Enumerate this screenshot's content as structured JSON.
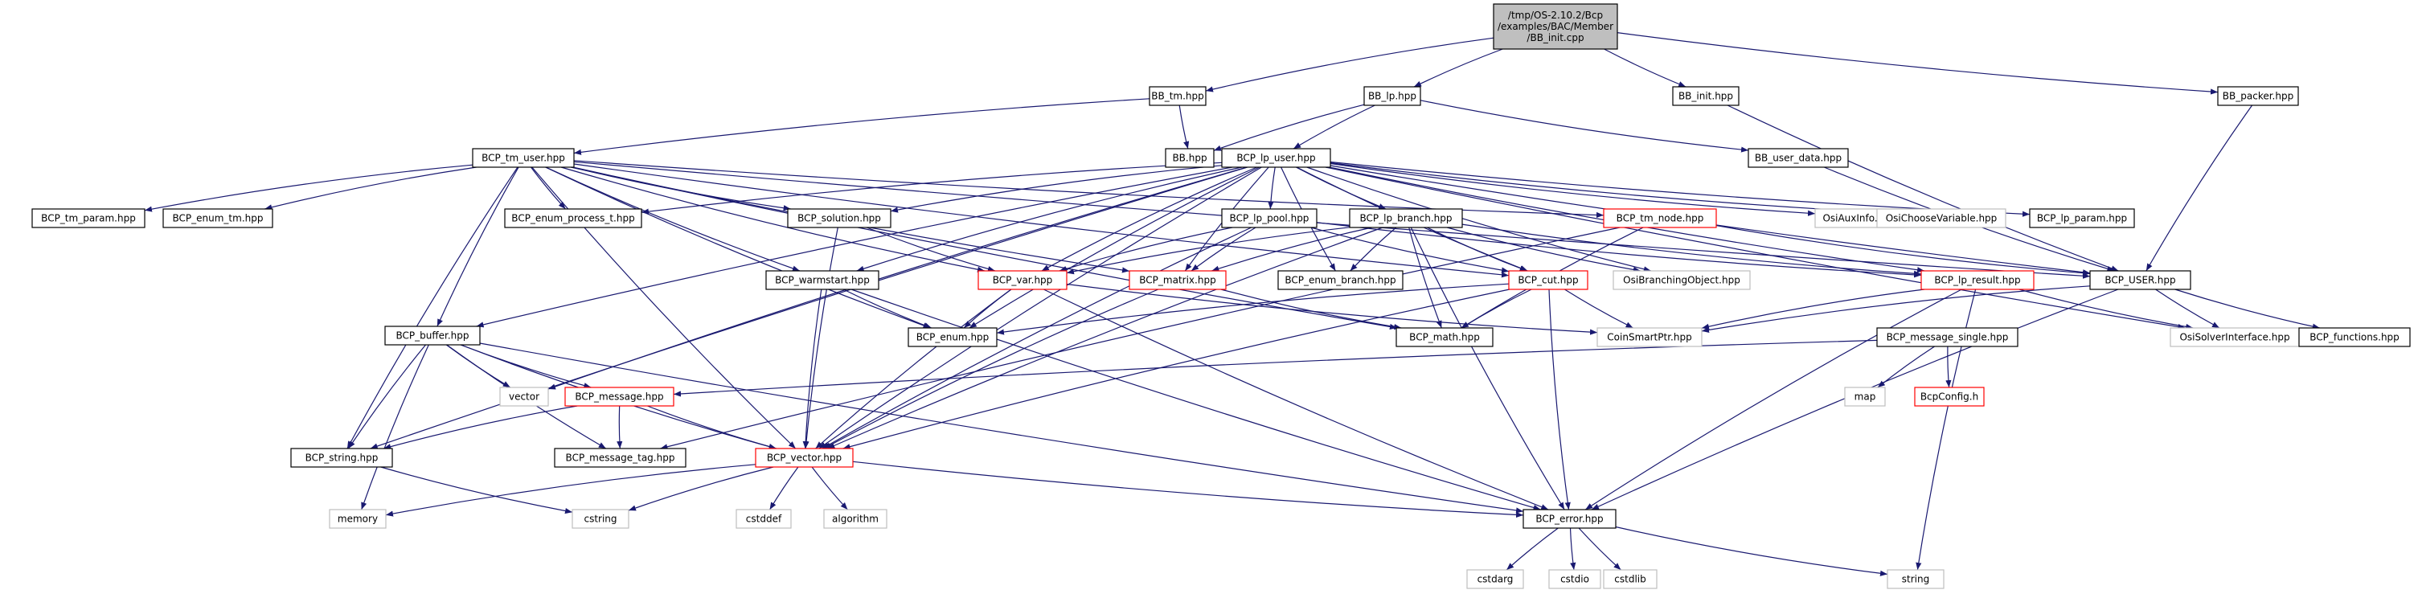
{
  "colors": {
    "edge": "#191970",
    "box_normal": "#000000",
    "box_truncated": "#ff0000",
    "box_system": "#bfbfbf",
    "root_fill": "#bfbfbf",
    "text": "#000000"
  },
  "nodes": [
    {
      "id": "root",
      "label": "/tmp/OS-2.10.2/Bcp\n/examples/BAC/Member\n/BB_init.cpp",
      "kind": "root"
    },
    {
      "id": "bb_tm",
      "label": "BB_tm.hpp",
      "kind": "normal"
    },
    {
      "id": "bb_lp",
      "label": "BB_lp.hpp",
      "kind": "normal"
    },
    {
      "id": "bb_init",
      "label": "BB_init.hpp",
      "kind": "normal"
    },
    {
      "id": "bb_packer",
      "label": "BB_packer.hpp",
      "kind": "normal"
    },
    {
      "id": "bcp_tm_user",
      "label": "BCP_tm_user.hpp",
      "kind": "normal"
    },
    {
      "id": "bb",
      "label": "BB.hpp",
      "kind": "normal"
    },
    {
      "id": "bcp_lp_user",
      "label": "BCP_lp_user.hpp",
      "kind": "normal"
    },
    {
      "id": "bb_user_data",
      "label": "BB_user_data.hpp",
      "kind": "normal"
    },
    {
      "id": "bcp_tm_param",
      "label": "BCP_tm_param.hpp",
      "kind": "normal"
    },
    {
      "id": "bcp_enum_tm",
      "label": "BCP_enum_tm.hpp",
      "kind": "normal"
    },
    {
      "id": "bcp_enum_process_t",
      "label": "BCP_enum_process_t.hpp",
      "kind": "normal"
    },
    {
      "id": "bcp_solution",
      "label": "BCP_solution.hpp",
      "kind": "normal"
    },
    {
      "id": "bcp_lp_pool",
      "label": "BCP_lp_pool.hpp",
      "kind": "normal"
    },
    {
      "id": "bcp_lp_branch",
      "label": "BCP_lp_branch.hpp",
      "kind": "normal"
    },
    {
      "id": "bcp_tm_node",
      "label": "BCP_tm_node.hpp",
      "kind": "truncated"
    },
    {
      "id": "osiauxinfo",
      "label": "OsiAuxInfo.hpp",
      "kind": "system"
    },
    {
      "id": "osichoosevariable",
      "label": "OsiChooseVariable.hpp",
      "kind": "system"
    },
    {
      "id": "bcp_lp_param",
      "label": "BCP_lp_param.hpp",
      "kind": "normal"
    },
    {
      "id": "bcp_warmstart",
      "label": "BCP_warmstart.hpp",
      "kind": "normal"
    },
    {
      "id": "bcp_var",
      "label": "BCP_var.hpp",
      "kind": "truncated"
    },
    {
      "id": "bcp_matrix",
      "label": "BCP_matrix.hpp",
      "kind": "truncated"
    },
    {
      "id": "bcp_enum_branch",
      "label": "BCP_enum_branch.hpp",
      "kind": "normal"
    },
    {
      "id": "bcp_cut",
      "label": "BCP_cut.hpp",
      "kind": "truncated"
    },
    {
      "id": "osibranchingobject",
      "label": "OsiBranchingObject.hpp",
      "kind": "system"
    },
    {
      "id": "bcp_lp_result",
      "label": "BCP_lp_result.hpp",
      "kind": "truncated"
    },
    {
      "id": "bcp_user",
      "label": "BCP_USER.hpp",
      "kind": "normal"
    },
    {
      "id": "bcp_buffer",
      "label": "BCP_buffer.hpp",
      "kind": "normal"
    },
    {
      "id": "bcp_enum",
      "label": "BCP_enum.hpp",
      "kind": "normal"
    },
    {
      "id": "bcp_math",
      "label": "BCP_math.hpp",
      "kind": "normal"
    },
    {
      "id": "coinsmartptr",
      "label": "CoinSmartPtr.hpp",
      "kind": "system"
    },
    {
      "id": "bcp_message_single",
      "label": "BCP_message_single.hpp",
      "kind": "normal"
    },
    {
      "id": "osisolverinterface",
      "label": "OsiSolverInterface.hpp",
      "kind": "system"
    },
    {
      "id": "bcp_functions",
      "label": "BCP_functions.hpp",
      "kind": "normal"
    },
    {
      "id": "vector",
      "label": "vector",
      "kind": "system"
    },
    {
      "id": "bcp_message",
      "label": "BCP_message.hpp",
      "kind": "truncated"
    },
    {
      "id": "map",
      "label": "map",
      "kind": "system"
    },
    {
      "id": "bcpconfig",
      "label": "BcpConfig.h",
      "kind": "truncated"
    },
    {
      "id": "bcp_string",
      "label": "BCP_string.hpp",
      "kind": "normal"
    },
    {
      "id": "bcp_message_tag",
      "label": "BCP_message_tag.hpp",
      "kind": "normal"
    },
    {
      "id": "bcp_vector",
      "label": "BCP_vector.hpp",
      "kind": "truncated"
    },
    {
      "id": "memory",
      "label": "memory",
      "kind": "system"
    },
    {
      "id": "cstring",
      "label": "cstring",
      "kind": "system"
    },
    {
      "id": "cstddef",
      "label": "cstddef",
      "kind": "system"
    },
    {
      "id": "algorithm",
      "label": "algorithm",
      "kind": "system"
    },
    {
      "id": "bcp_error",
      "label": "BCP_error.hpp",
      "kind": "normal"
    },
    {
      "id": "cstdarg",
      "label": "cstdarg",
      "kind": "system"
    },
    {
      "id": "cstdio",
      "label": "cstdio",
      "kind": "system"
    },
    {
      "id": "cstdlib",
      "label": "cstdlib",
      "kind": "system"
    },
    {
      "id": "string",
      "label": "string",
      "kind": "system"
    }
  ],
  "edges": [
    [
      "root",
      "bb_tm"
    ],
    [
      "root",
      "bb_lp"
    ],
    [
      "root",
      "bb_init"
    ],
    [
      "root",
      "bb_packer"
    ],
    [
      "bb_tm",
      "bcp_tm_user"
    ],
    [
      "bb_tm",
      "bb"
    ],
    [
      "bb_lp",
      "bb"
    ],
    [
      "bb_lp",
      "bcp_lp_user"
    ],
    [
      "bb_lp",
      "bb_user_data"
    ],
    [
      "bb_init",
      "bcp_user"
    ],
    [
      "bb_packer",
      "bcp_user"
    ],
    [
      "bb_user_data",
      "bcp_user"
    ],
    [
      "bcp_tm_user",
      "bcp_tm_param"
    ],
    [
      "bcp_tm_user",
      "bcp_enum_tm"
    ],
    [
      "bcp_tm_user",
      "bcp_enum_process_t"
    ],
    [
      "bcp_tm_user",
      "bcp_solution"
    ],
    [
      "bcp_tm_user",
      "bcp_tm_node"
    ],
    [
      "bcp_tm_user",
      "bcp_var"
    ],
    [
      "bcp_tm_user",
      "bcp_matrix"
    ],
    [
      "bcp_tm_user",
      "bcp_cut"
    ],
    [
      "bcp_tm_user",
      "bcp_warmstart"
    ],
    [
      "bcp_tm_user",
      "bcp_buffer"
    ],
    [
      "bcp_tm_user",
      "bcp_string"
    ],
    [
      "bcp_tm_user",
      "bcp_vector"
    ],
    [
      "bcp_tm_user",
      "bcp_enum"
    ],
    [
      "bcp_tm_user",
      "bcp_math"
    ],
    [
      "bcp_tm_user",
      "bcp_user"
    ],
    [
      "bcp_lp_user",
      "bcp_lp_pool"
    ],
    [
      "bcp_lp_user",
      "bcp_lp_branch"
    ],
    [
      "bcp_lp_user",
      "bcp_lp_param"
    ],
    [
      "bcp_lp_user",
      "osiauxinfo"
    ],
    [
      "bcp_lp_user",
      "osichoosevariable"
    ],
    [
      "bcp_lp_user",
      "bcp_enum_process_t"
    ],
    [
      "bcp_lp_user",
      "bcp_solution"
    ],
    [
      "bcp_lp_user",
      "bcp_warmstart"
    ],
    [
      "bcp_lp_user",
      "bcp_var"
    ],
    [
      "bcp_lp_user",
      "bcp_matrix"
    ],
    [
      "bcp_lp_user",
      "bcp_enum_branch"
    ],
    [
      "bcp_lp_user",
      "bcp_cut"
    ],
    [
      "bcp_lp_user",
      "osibranchingobject"
    ],
    [
      "bcp_lp_user",
      "bcp_lp_result"
    ],
    [
      "bcp_lp_user",
      "bcp_user"
    ],
    [
      "bcp_lp_user",
      "osisolverinterface"
    ],
    [
      "bcp_lp_user",
      "bcp_buffer"
    ],
    [
      "bcp_lp_user",
      "vector"
    ],
    [
      "bcp_lp_user",
      "bcp_string"
    ],
    [
      "bcp_lp_user",
      "bcp_vector"
    ],
    [
      "bcp_lp_user",
      "bcp_enum"
    ],
    [
      "bcp_lp_pool",
      "bcp_var"
    ],
    [
      "bcp_lp_pool",
      "bcp_cut"
    ],
    [
      "bcp_lp_pool",
      "bcp_matrix"
    ],
    [
      "bcp_lp_pool",
      "bcp_lp_result"
    ],
    [
      "bcp_lp_pool",
      "bcp_vector"
    ],
    [
      "bcp_lp_branch",
      "bcp_enum_branch"
    ],
    [
      "bcp_lp_branch",
      "bcp_var"
    ],
    [
      "bcp_lp_branch",
      "bcp_cut"
    ],
    [
      "bcp_lp_branch",
      "bcp_matrix"
    ],
    [
      "bcp_lp_branch",
      "bcp_math"
    ],
    [
      "bcp_lp_branch",
      "osibranchingobject"
    ],
    [
      "bcp_lp_branch",
      "bcp_lp_result"
    ],
    [
      "bcp_lp_branch",
      "bcp_vector"
    ],
    [
      "bcp_lp_branch",
      "bcp_error"
    ],
    [
      "bcp_tm_node",
      "bcp_user"
    ],
    [
      "bcp_tm_node",
      "bcp_math"
    ],
    [
      "bcp_tm_node",
      "bcp_message_tag"
    ],
    [
      "bcp_solution",
      "bcp_var"
    ],
    [
      "bcp_solution",
      "bcp_vector"
    ],
    [
      "bcp_warmstart",
      "bcp_enum"
    ],
    [
      "bcp_warmstart",
      "bcp_vector"
    ],
    [
      "bcp_warmstart",
      "bcp_error"
    ],
    [
      "bcp_var",
      "bcp_enum"
    ],
    [
      "bcp_var",
      "bcp_vector"
    ],
    [
      "bcp_var",
      "bcp_error"
    ],
    [
      "bcp_var",
      "coinsmartptr"
    ],
    [
      "bcp_matrix",
      "bcp_math"
    ],
    [
      "bcp_matrix",
      "bcp_vector"
    ],
    [
      "bcp_cut",
      "bcp_enum"
    ],
    [
      "bcp_cut",
      "bcp_math"
    ],
    [
      "bcp_cut",
      "coinsmartptr"
    ],
    [
      "bcp_cut",
      "bcp_vector"
    ],
    [
      "bcp_cut",
      "bcp_error"
    ],
    [
      "bcp_lp_result",
      "coinsmartptr"
    ],
    [
      "bcp_lp_result",
      "osisolverinterface"
    ],
    [
      "bcp_lp_result",
      "string"
    ],
    [
      "bcp_lp_result",
      "bcp_error"
    ],
    [
      "bcp_user",
      "coinsmartptr"
    ],
    [
      "bcp_user",
      "bcp_functions"
    ],
    [
      "bcp_user",
      "osisolverinterface"
    ],
    [
      "bcp_user",
      "bcp_error"
    ],
    [
      "bcp_message_single",
      "map"
    ],
    [
      "bcp_message_single",
      "bcpconfig"
    ],
    [
      "bcp_message_single",
      "bcp_message"
    ],
    [
      "bcp_buffer",
      "vector"
    ],
    [
      "bcp_buffer",
      "bcp_message"
    ],
    [
      "bcp_buffer",
      "bcp_string"
    ],
    [
      "bcp_buffer",
      "bcp_message_tag"
    ],
    [
      "bcp_buffer",
      "bcp_vector"
    ],
    [
      "bcp_buffer",
      "memory"
    ],
    [
      "bcp_buffer",
      "bcp_error"
    ],
    [
      "bcp_message",
      "bcp_string"
    ],
    [
      "bcp_message",
      "bcp_message_tag"
    ],
    [
      "bcp_message",
      "bcp_vector"
    ],
    [
      "bcp_string",
      "cstring"
    ],
    [
      "bcp_vector",
      "memory"
    ],
    [
      "bcp_vector",
      "cstring"
    ],
    [
      "bcp_vector",
      "cstddef"
    ],
    [
      "bcp_vector",
      "algorithm"
    ],
    [
      "bcp_vector",
      "bcp_error"
    ],
    [
      "bcp_error",
      "cstdarg"
    ],
    [
      "bcp_error",
      "cstdio"
    ],
    [
      "bcp_error",
      "cstdlib"
    ],
    [
      "bcp_error",
      "string"
    ]
  ]
}
